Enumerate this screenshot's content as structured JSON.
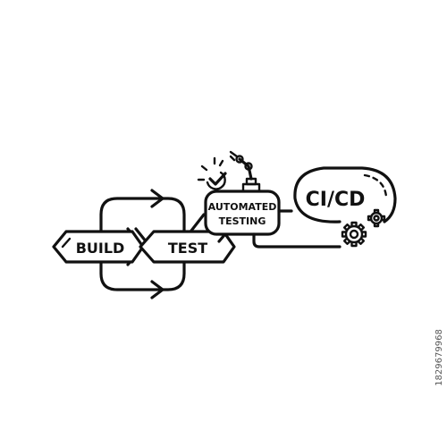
{
  "diagram": {
    "stages": {
      "build": "BUILD",
      "test": "TEST",
      "automated_line1": "AUTOMATED",
      "automated_line2": "TESTING",
      "cicd": "CI/CD"
    },
    "icons": [
      "loop-arrow-icon",
      "check-badge-icon",
      "robotic-arm-icon",
      "gear-icon"
    ],
    "colors": {
      "stroke": "#111111",
      "background": "#ffffff"
    }
  },
  "stock_id": "1829679968"
}
